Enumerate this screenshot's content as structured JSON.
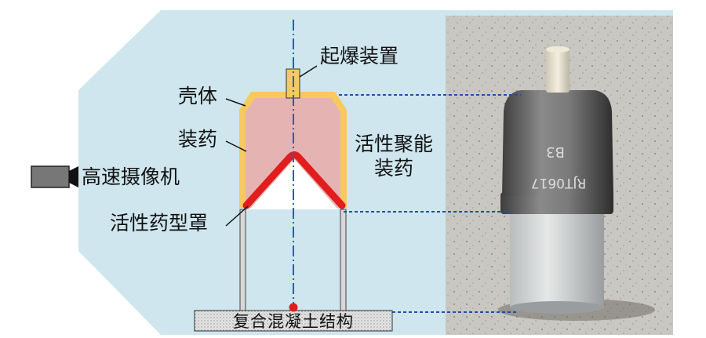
{
  "labels": {
    "detonator": "起爆装置",
    "shell": "壳体",
    "charge": "装药",
    "active_charge_line1": "活性聚能",
    "active_charge_line2": "装药",
    "camera": "高速摄像机",
    "liner": "活性药型罩",
    "target": "复合混凝土结构"
  },
  "photo": {
    "marking_line1": "B3",
    "marking_line2": "RJT0617"
  },
  "colors": {
    "background_cone": "#cfe6ee",
    "shell": "#f7c95e",
    "charge": "#e6b3b3",
    "liner": "#e11d1d",
    "axis": "#1f5fc7",
    "leader": "#1f4fa8",
    "camera": "#777777",
    "detonation_point": "#e11d1d",
    "concrete": "#e3e3e3"
  }
}
